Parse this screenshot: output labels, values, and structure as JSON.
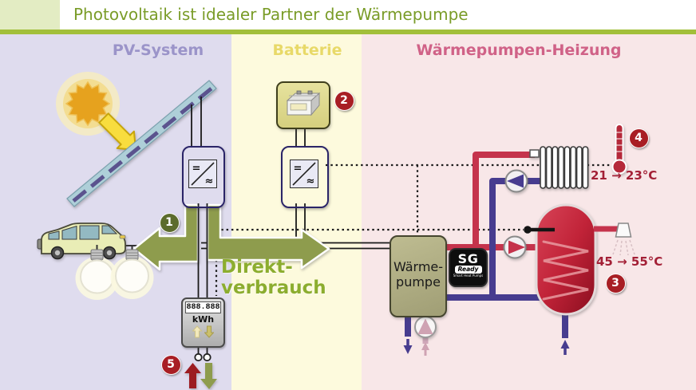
{
  "title": "Photovoltaik ist idealer Partner der Wärmepumpe",
  "zones": {
    "pv": {
      "label": "PV-System"
    },
    "battery": {
      "label": "Batterie"
    },
    "heating": {
      "label": "Wärmepumpen-Heizung"
    }
  },
  "direct_use": {
    "line1": "Direkt-",
    "line2": "verbrauch"
  },
  "heat_pump": {
    "line1": "Wärme-",
    "line2": "pumpe"
  },
  "sg_ready": {
    "top": "SG",
    "middle": "Ready",
    "bottom": "Smart Heat Pumps"
  },
  "meter": {
    "display": "888.888",
    "unit": "kWh"
  },
  "temperatures": {
    "radiator": "21 → 23°C",
    "hot_water": "45 → 55°C"
  },
  "inverter": {
    "dc": "=",
    "ac": "≈"
  },
  "badges": {
    "b1": "1",
    "b2": "2",
    "b3": "3",
    "b4": "4",
    "b5": "5"
  },
  "colors": {
    "accent_green_bar": "#a2bf3a",
    "title_text": "#7a9c28",
    "pv_header": "#9b94c9",
    "battery_header": "#e8d968",
    "heating_header": "#d06287",
    "zone_pv_bg": "#dfdcee",
    "zone_battery_bg": "#fdfadd",
    "zone_heating_bg": "#f8e7e8",
    "arrow_olive": "#8e9c4d",
    "direct_use_text": "#8cad2f",
    "pipe_hot_red": "#c5334c",
    "pipe_return_purple": "#473c8f",
    "badge_red": "#a81e24",
    "badge_olive": "#5c6c2c",
    "tank_red": "#c12338"
  }
}
